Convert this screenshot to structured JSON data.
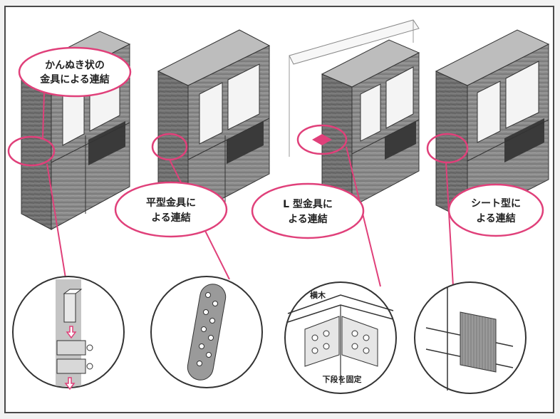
{
  "colors": {
    "accent": "#e0407a",
    "cabinet_front": "#8a8a8a",
    "cabinet_side": "#6f6f6f",
    "cabinet_top": "#bdbdbd",
    "glass": "#f4f4f4",
    "counter": "#3a3a3a"
  },
  "callouts": {
    "kannuki": {
      "line1": "かんぬき状の",
      "line2": "金具による連結"
    },
    "flat": {
      "line1": "平型金具に",
      "line2": "よる連結"
    },
    "lshape": {
      "line1": "L 型金具に",
      "line2": "よる連結"
    },
    "sheet": {
      "line1": "シート型に",
      "line2": "よる連結"
    }
  },
  "details": {
    "lshape_top_label": "横木",
    "lshape_bottom_label": "下段を固定"
  },
  "icons": [
    "arrow-down-icon",
    "arrow-up-icon",
    "screw-hole-icon"
  ]
}
